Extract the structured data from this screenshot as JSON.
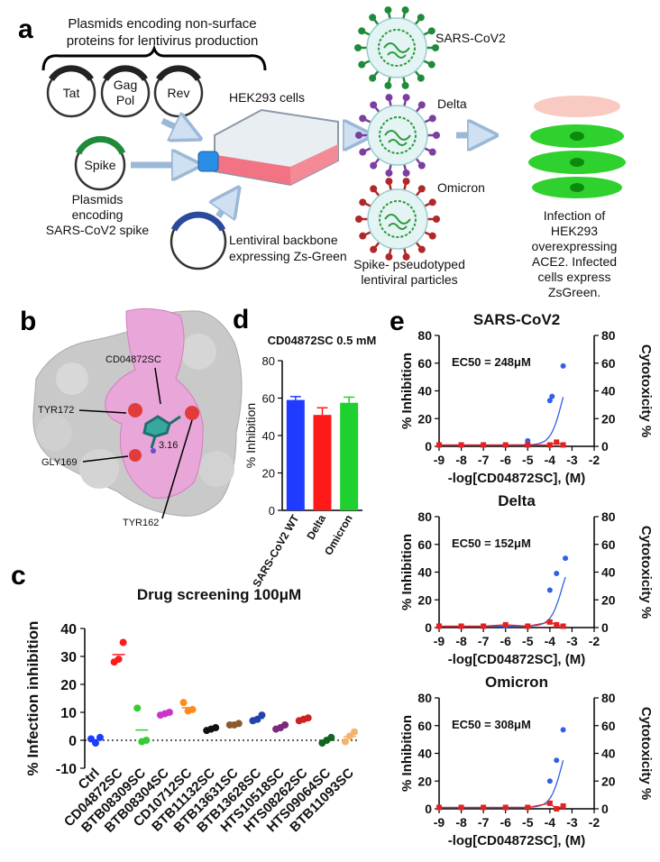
{
  "panel_letters": {
    "a": "a",
    "b": "b",
    "c": "c",
    "d": "d",
    "e": "e"
  },
  "panel_a": {
    "plasmid_header_line1": "Plasmids encoding non-surface",
    "plasmid_header_line2": "proteins for lentivirus production",
    "plasmid_tat": "Tat",
    "plasmid_gagpol_1": "Gag",
    "plasmid_gagpol_2": "Pol",
    "plasmid_rev": "Rev",
    "plasmid_spike": "Spike",
    "spike_caption_1": "Plasmids",
    "spike_caption_2": "encoding",
    "spike_caption_3": "SARS-CoV2 spike",
    "cells_label": "HEK293 cells",
    "backbone_1": "Lentiviral backbone",
    "backbone_2": "expressing Zs-Green",
    "virus_1": "SARS-CoV2",
    "virus_2": "Delta",
    "virus_3": "Omicron",
    "particles_1": "Spike- pseudotyped",
    "particles_2": "lentiviral particles",
    "infection_1": "Infection of",
    "infection_2": "HEK293",
    "infection_3": "overexpressing",
    "infection_4": "ACE2. Infected",
    "infection_5": "cells express",
    "infection_6": "ZsGreen.",
    "colors": {
      "spike_sars": "#1f8a3a",
      "spike_delta": "#7b3fa0",
      "spike_omicron": "#b02828",
      "green_cell": "#2fd12f",
      "pink_cell": "#f6b4a8",
      "arrow": "#cfe0f2"
    }
  },
  "panel_b": {
    "compound": "CD04872SC",
    "res_1": "TYR172",
    "res_2": "GLY169",
    "res_3": "TYR162",
    "distance": "3.16"
  },
  "chart_data": [
    {
      "id": "d",
      "type": "bar",
      "title": "CD04872SC 0.5 mM",
      "ylabel": "% Inhibition",
      "ylim": [
        0,
        80
      ],
      "yticks": [
        0,
        20,
        40,
        60,
        80
      ],
      "categories": [
        "SARS-CoV2 WT",
        "Delta",
        "Omicron"
      ],
      "values": [
        59,
        51,
        57.5
      ],
      "errors": [
        1.8,
        3.8,
        3
      ],
      "colors": [
        "#1f3bff",
        "#ff1a1a",
        "#1fd12f"
      ]
    },
    {
      "id": "c",
      "type": "scatter",
      "title": "Drug screening 100μM",
      "ylabel": "% Infection inhibition",
      "ylim": [
        -10,
        40
      ],
      "yticks": [
        -10,
        0,
        10,
        20,
        30,
        40
      ],
      "categories": [
        "Ctrl",
        "CD04872SC",
        "BTB08309SC",
        "BTB08304SC",
        "CD10712SC",
        "BTB11132SC",
        "BTB13631SC",
        "BTB13628SC",
        "HTS10518SC",
        "HTS08262SC",
        "HTS09064SC",
        "BTB11093SC"
      ],
      "points": [
        [
          0.5,
          -1,
          1
        ],
        [
          28,
          29,
          35
        ],
        [
          11.5,
          -0.5,
          0
        ],
        [
          9,
          9.5,
          10
        ],
        [
          13.5,
          10.5,
          11
        ],
        [
          3.5,
          4,
          4.5
        ],
        [
          5.5,
          5.5,
          6
        ],
        [
          7,
          7.5,
          9
        ],
        [
          4,
          4.5,
          5.5
        ],
        [
          7,
          7.5,
          8
        ],
        [
          -1,
          0,
          1
        ],
        [
          -0.5,
          1.5,
          3
        ]
      ],
      "colors": [
        "#1f3bff",
        "#ff1a1a",
        "#33cc33",
        "#cc33cc",
        "#ff8c1a",
        "#111111",
        "#8b5a2b",
        "#2244aa",
        "#7a2a7a",
        "#cc2222",
        "#116622",
        "#f5b26b"
      ]
    },
    {
      "id": "e1",
      "type": "line",
      "title": "SARS-CoV2",
      "annotation": "EC50 = 248μM",
      "xlabel": "-log[CD04872SC], (M)",
      "ylabel": "% Inhibition",
      "y2label": "Cytotoxicity %",
      "xlim": [
        -9,
        -2
      ],
      "ylim": [
        0,
        80
      ],
      "xticks": [
        -9,
        -8,
        -7,
        -6,
        -5,
        -4,
        -3,
        -2
      ],
      "yticks": [
        0,
        20,
        40,
        60,
        80
      ],
      "series": [
        {
          "points": [
            [
              -9,
              1
            ],
            [
              -8,
              1
            ],
            [
              -7,
              1
            ],
            [
              -6,
              1
            ],
            [
              -5,
              4
            ],
            [
              -4,
              33
            ],
            [
              -3.9,
              36
            ],
            [
              -3.4,
              58
            ]
          ],
          "color": "#3060e6"
        },
        {
          "points": [
            [
              -9,
              1
            ],
            [
              -8,
              1
            ],
            [
              -7,
              1
            ],
            [
              -6,
              1
            ],
            [
              -5,
              1
            ],
            [
              -4,
              1
            ],
            [
              -3.7,
              3
            ],
            [
              -3.4,
              1
            ]
          ],
          "color": "#e62020"
        }
      ]
    },
    {
      "id": "e2",
      "type": "line",
      "title": "Delta",
      "annotation": "EC50 = 152μM",
      "xlabel": "-log[CD04872SC], (M)",
      "ylabel": "% Inhibition",
      "y2label": "Cytotoxicity %",
      "xlim": [
        -9,
        -2
      ],
      "ylim": [
        0,
        80
      ],
      "xticks": [
        -9,
        -8,
        -7,
        -6,
        -5,
        -4,
        -3,
        -2
      ],
      "yticks": [
        0,
        20,
        40,
        60,
        80
      ],
      "series": [
        {
          "points": [
            [
              -9,
              1
            ],
            [
              -8,
              1
            ],
            [
              -7,
              1
            ],
            [
              -6,
              1
            ],
            [
              -5,
              1
            ],
            [
              -4,
              27
            ],
            [
              -3.7,
              39
            ],
            [
              -3.3,
              50
            ]
          ],
          "color": "#3060e6"
        },
        {
          "points": [
            [
              -9,
              1
            ],
            [
              -8,
              1
            ],
            [
              -7,
              1
            ],
            [
              -6,
              2
            ],
            [
              -5,
              1
            ],
            [
              -4,
              4
            ],
            [
              -3.7,
              2
            ],
            [
              -3.4,
              1
            ]
          ],
          "color": "#e62020"
        }
      ]
    },
    {
      "id": "e3",
      "type": "line",
      "title": "Omicron",
      "annotation": "EC50 = 308μM",
      "xlabel": "-log[CD04872SC], (M)",
      "ylabel": "% Inhibition",
      "y2label": "Cytotoxicity %",
      "xlim": [
        -9,
        -2
      ],
      "ylim": [
        0,
        80
      ],
      "xticks": [
        -9,
        -8,
        -7,
        -6,
        -5,
        -4,
        -3,
        -2
      ],
      "yticks": [
        0,
        20,
        40,
        60,
        80
      ],
      "series": [
        {
          "points": [
            [
              -9,
              1
            ],
            [
              -8,
              1
            ],
            [
              -7,
              1
            ],
            [
              -6,
              1
            ],
            [
              -5,
              1
            ],
            [
              -4,
              20
            ],
            [
              -3.7,
              35
            ],
            [
              -3.4,
              57
            ]
          ],
          "color": "#3060e6"
        },
        {
          "points": [
            [
              -9,
              1
            ],
            [
              -8,
              1
            ],
            [
              -7,
              1
            ],
            [
              -6,
              1
            ],
            [
              -5,
              1
            ],
            [
              -4,
              4
            ],
            [
              -3.7,
              0
            ],
            [
              -3.4,
              2
            ]
          ],
          "color": "#e62020"
        }
      ]
    }
  ]
}
